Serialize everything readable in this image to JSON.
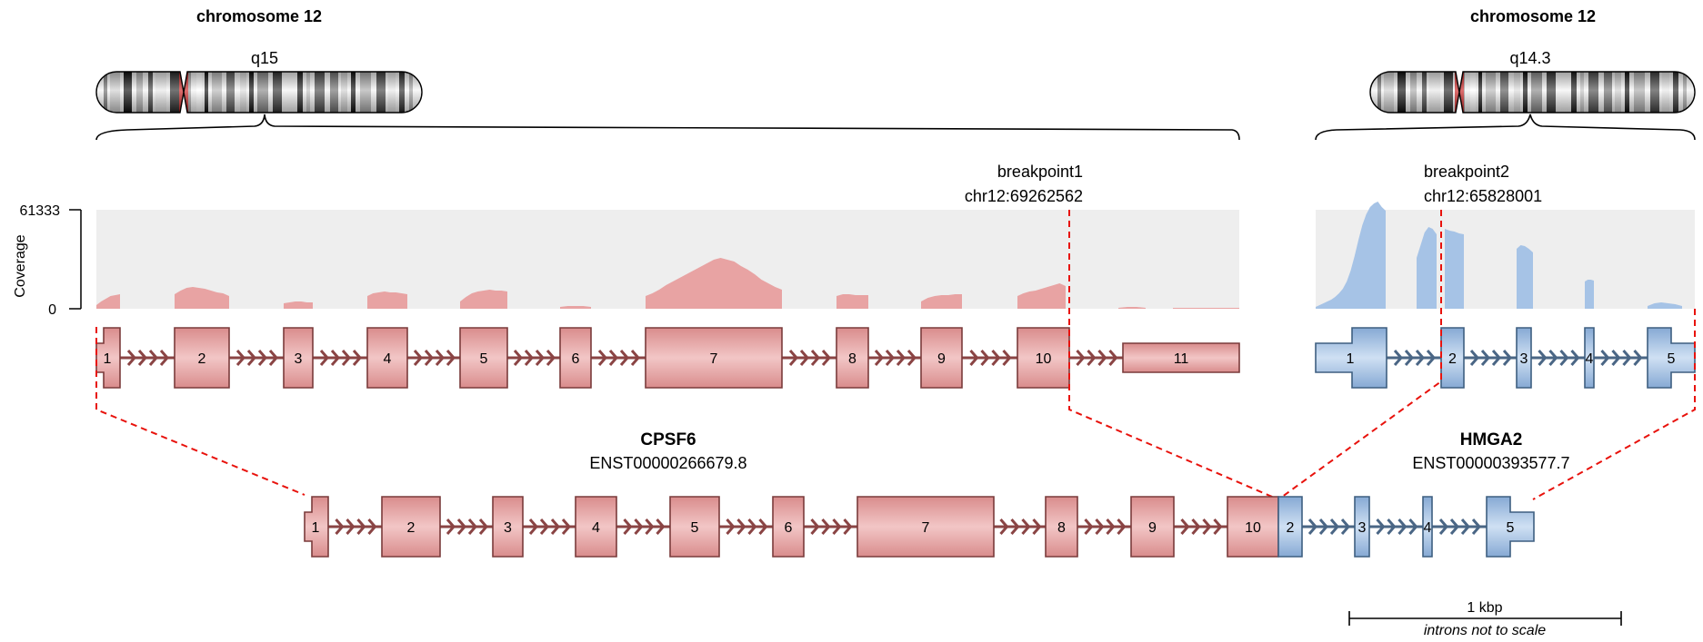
{
  "left": {
    "chromosome_label": "chromosome 12",
    "band_label": "q15",
    "breakpoint_label": "breakpoint1",
    "breakpoint_coord": "chr12:69262562",
    "gene_name": "CPSF6",
    "transcript_id": "ENST00000266679.8",
    "exon_numbers": [
      "1",
      "2",
      "3",
      "4",
      "5",
      "6",
      "7",
      "8",
      "9",
      "10",
      "11"
    ],
    "fused_exon_numbers": [
      "1",
      "2",
      "3",
      "4",
      "5",
      "6",
      "7",
      "8",
      "9",
      "10"
    ]
  },
  "right": {
    "chromosome_label": "chromosome 12",
    "band_label": "q14.3",
    "breakpoint_label": "breakpoint2",
    "breakpoint_coord": "chr12:65828001",
    "gene_name": "HMGA2",
    "transcript_id": "ENST00000393577.7",
    "exon_numbers": [
      "1",
      "2",
      "3",
      "4",
      "5"
    ],
    "fused_exon_numbers": [
      "2",
      "3",
      "4",
      "5"
    ]
  },
  "coverage": {
    "axis_title": "Coverage",
    "max_label": "61333",
    "min_label": "0"
  },
  "scale_bar": {
    "label": "1 kbp",
    "note": "introns not to scale"
  },
  "colors": {
    "left_exon": "#e8a9a9",
    "left_exon_stroke": "#7a3b3b",
    "right_exon": "#a8c4e4",
    "right_exon_stroke": "#3e5f80",
    "left_coverage": "#e8a3a3",
    "right_coverage": "#a6c3e6",
    "coverage_bg": "#eeeeee",
    "breakpoint_line": "#e8120c"
  }
}
